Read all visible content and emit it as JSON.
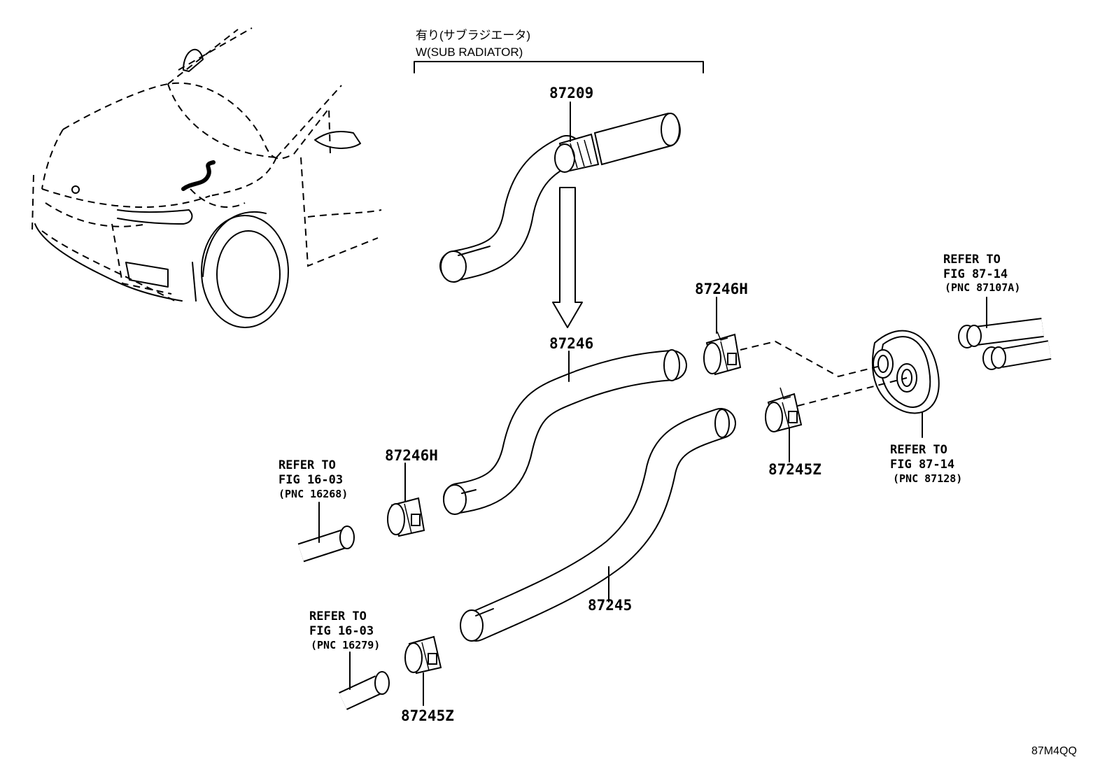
{
  "header": {
    "jp_label": "有り(サブラジエータ)",
    "en_label": "W(SUB RADIATOR)"
  },
  "parts": {
    "p87209": "87209",
    "p87246": "87246",
    "p87246h_top": "87246H",
    "p87246h_left": "87246H",
    "p87245z_right": "87245Z",
    "p87245": "87245",
    "p87245z_bottom": "87245Z"
  },
  "refs": {
    "r1": {
      "line1": "REFER TO",
      "line2": "FIG 87-14",
      "line3": "(PNC 87107A)"
    },
    "r2": {
      "line1": "REFER TO",
      "line2": "FIG 87-14",
      "line3": "(PNC 87128)"
    },
    "r3": {
      "line1": "REFER TO",
      "line2": "FIG 16-03",
      "line3": "(PNC 16268)"
    },
    "r4": {
      "line1": "REFER TO",
      "line2": "FIG 16-03",
      "line3": "(PNC 16279)"
    }
  },
  "diagram_code": "87M4QQ"
}
